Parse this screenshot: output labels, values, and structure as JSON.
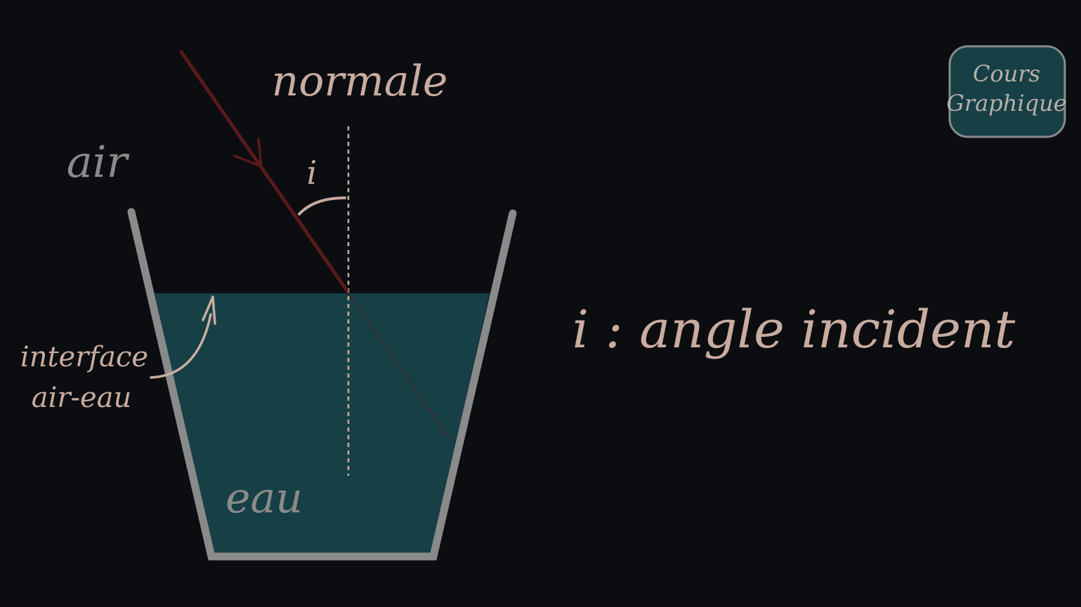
{
  "labels": {
    "normale": "normale",
    "air": "air",
    "angle_symbol": "i",
    "eau": "eau",
    "interface_line1": "interface",
    "interface_line2": "air-eau",
    "definition": "i : angle incident"
  },
  "logo": {
    "line1": "Cours",
    "line2": "Graphique"
  },
  "colors": {
    "background": "#0b0d11",
    "water": "#173f46",
    "glass": "#8a8a8a",
    "text_light": "#c9aca0",
    "text_grey": "#8a8a8a",
    "ray": "#5a1a1a",
    "logo_fill": "#173f46",
    "logo_border": "#8a8a8a",
    "logo_text": "#b8b0aa"
  }
}
